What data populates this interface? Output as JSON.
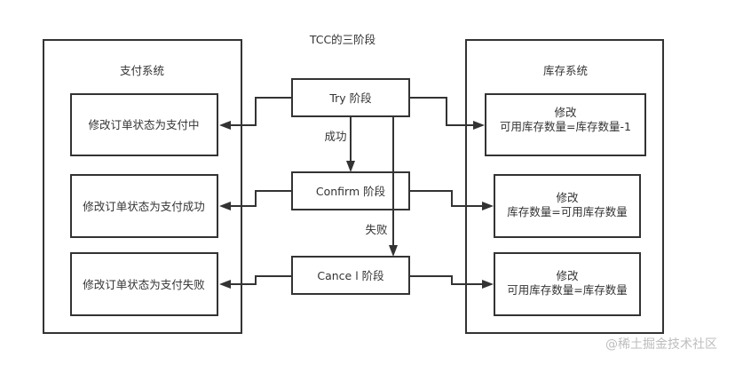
{
  "diagram": {
    "title": "TCC的三阶段",
    "payment_system": {
      "label": "支付系统",
      "steps": [
        {
          "line1": "修改订单状态为支付中"
        },
        {
          "line1": "修改订单状态为支付成功"
        },
        {
          "line1": "修改订单状态为支付失败"
        }
      ]
    },
    "inventory_system": {
      "label": "库存系统",
      "steps": [
        {
          "line1": "修改",
          "line2": "可用库存数量=库存数量-1"
        },
        {
          "line1": "修改",
          "line2": "库存数量=可用库存数量"
        },
        {
          "line1": "修改",
          "line2": "可用库存数量=库存数量"
        }
      ]
    },
    "phases": [
      {
        "label": "Try 阶段"
      },
      {
        "label": "Confirm 阶段"
      },
      {
        "label": "Cance l 阶段"
      }
    ],
    "edge_labels": {
      "success": "成功",
      "failure": "失败"
    },
    "edges": [
      {
        "from": "Try 阶段",
        "to": "修改订单状态为支付中"
      },
      {
        "from": "Try 阶段",
        "to": "可用库存数量=库存数量-1"
      },
      {
        "from": "Try 阶段",
        "to": "Confirm 阶段",
        "label": "成功"
      },
      {
        "from": "Try 阶段",
        "to": "Cance l 阶段",
        "label": "失败"
      },
      {
        "from": "Confirm 阶段",
        "to": "修改订单状态为支付成功"
      },
      {
        "from": "Confirm 阶段",
        "to": "库存数量=可用库存数量"
      },
      {
        "from": "Cance l 阶段",
        "to": "修改订单状态为支付失败"
      },
      {
        "from": "Cance l 阶段",
        "to": "可用库存数量=库存数量"
      }
    ],
    "watermark": "@稀土掘金技术社区"
  }
}
